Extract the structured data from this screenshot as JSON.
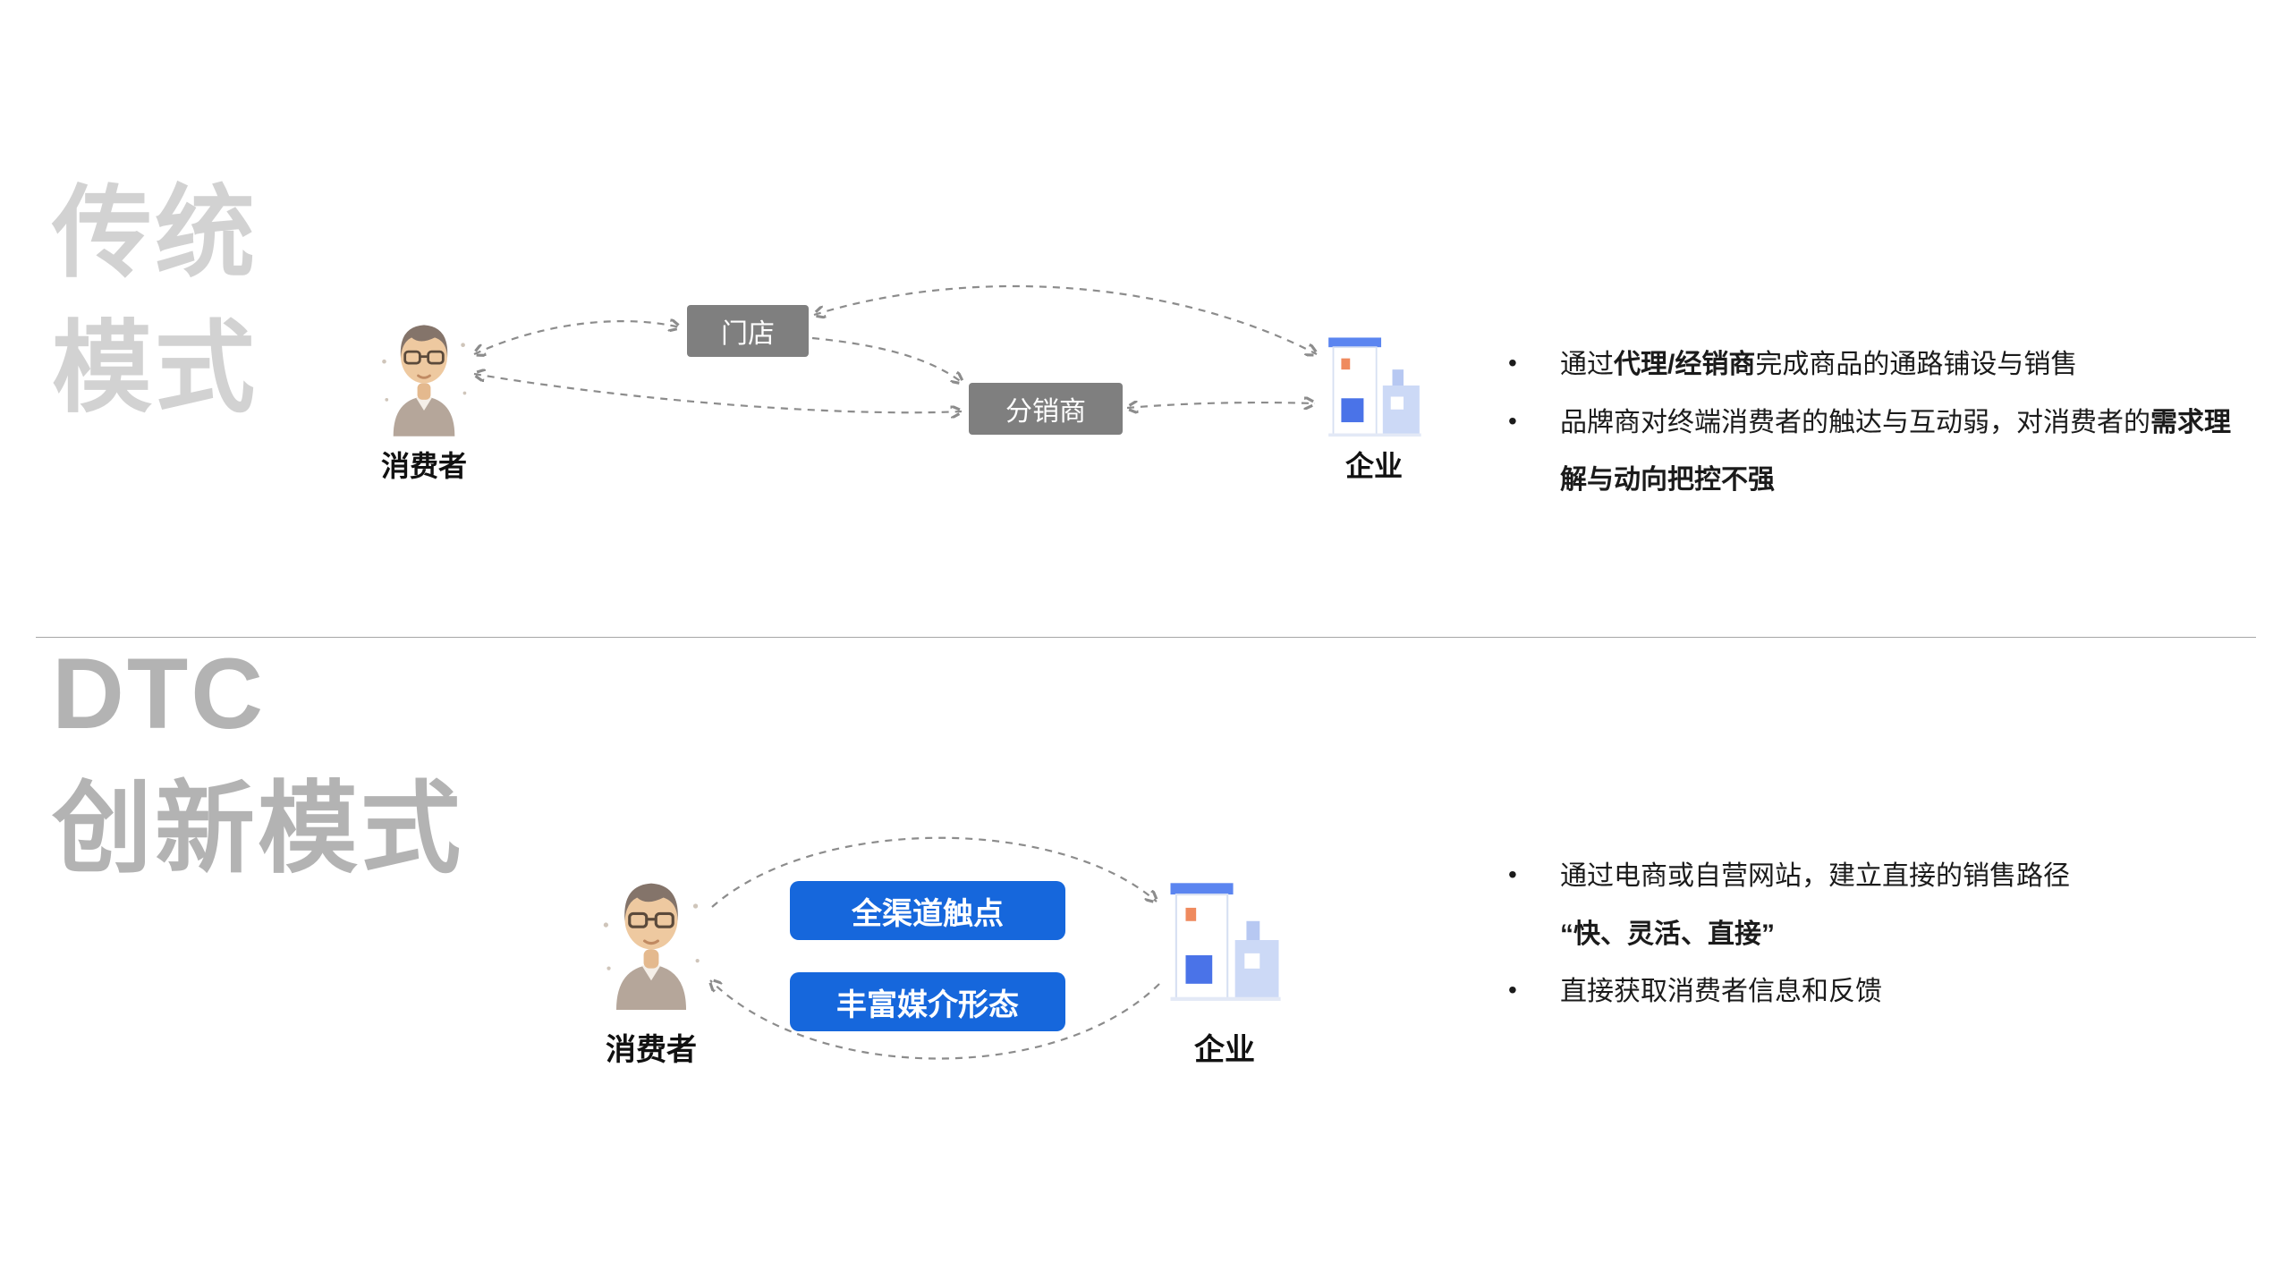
{
  "bullet_char": "•",
  "colors": {
    "gray_box": "#7f7f7f",
    "blue_box": "#1667dc",
    "title_gray_traditional": "#d2d2d2",
    "title_gray_dtc": "#b3b3b3",
    "arrow_gray": "#8c8c8c"
  },
  "icons": {
    "consumer": "person-with-glasses-icon",
    "enterprise": "office-building-icon"
  },
  "traditional": {
    "title": "传统\n模式",
    "consumer_label": "消费者",
    "store_label": "门店",
    "distributor_label": "分销商",
    "enterprise_label": "企业",
    "bullets": [
      {
        "pre": "通过",
        "bold": "代理/经销商",
        "post": "完成商品的通路铺设与销售"
      },
      {
        "pre": "品牌商对终端消费者的触达与互动弱，对消费者的",
        "bold": "需求理解与动向把控不强",
        "post": ""
      }
    ]
  },
  "dtc": {
    "title": "DTC\n创新模式",
    "consumer_label": "消费者",
    "channel_box_label": "全渠道触点",
    "media_box_label": "丰富媒介形态",
    "enterprise_label": "企业",
    "bullets": [
      {
        "pre": "通过电商或自营网站，建立直接的销售路径",
        "bold": "“快、灵活、直接”",
        "post": ""
      },
      {
        "pre": "直接获取消费者信息和反馈",
        "bold": "",
        "post": ""
      }
    ]
  }
}
